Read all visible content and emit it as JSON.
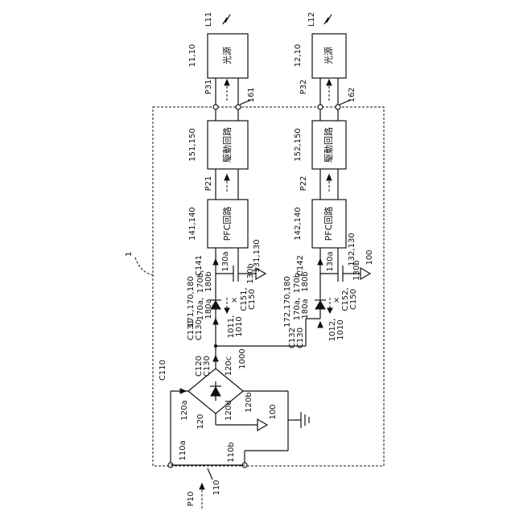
{
  "figure_label": "1",
  "blocks": {
    "source_1": {
      "ref": "11,10",
      "name": "光源"
    },
    "source_2": {
      "ref": "12,10",
      "name": "光源"
    },
    "drive_1": {
      "ref": "151,150",
      "name": "駆動回路"
    },
    "drive_2": {
      "ref": "152,150",
      "name": "駆動回路"
    },
    "pfc_1": {
      "ref": "141,140",
      "name": "PFC回路"
    },
    "pfc_2": {
      "ref": "142,140",
      "name": "PFC回路"
    }
  },
  "lights": {
    "l1": "L11",
    "l2": "L12"
  },
  "powers": {
    "p10": "P10",
    "p21": "P21",
    "p22": "P22",
    "p31": "P31",
    "p32": "P32"
  },
  "connectors": {
    "c161": "161",
    "c162": "162"
  },
  "ports": {
    "input": "110",
    "in_a": "110a",
    "in_b": "110b"
  },
  "bridge": {
    "ref": "120",
    "a": "120a",
    "b": "120b",
    "c": "120c",
    "d": "120d"
  },
  "currents": {
    "c110": "C110",
    "c120_1": "C120",
    "c120_2": "C130",
    "c131_1": "C131",
    "c131_2": "C130",
    "c132_1": "C132",
    "c132_2": "C130",
    "c141": "C141",
    "c142": "C142",
    "c151_1": "C151,",
    "c151_2": "C150",
    "c152_1": "C152,",
    "c152_2": "C150"
  },
  "nodes": {
    "n1000": "1000",
    "n1011_1": "1011,",
    "n1011_2": "1010",
    "n1012_1": "1012,",
    "n1012_2": "1010",
    "n130a_1": "130a",
    "n130a_2": "130a",
    "n130b_1": "130b",
    "n130b_2": "130b",
    "cap1": "131,130",
    "cap2": "132,130"
  },
  "diodes": {
    "d1_top": "171,170,180",
    "d1_a": "170a,",
    "d1_a2": "180a",
    "d1_b": "170b,",
    "d1_b2": "180b",
    "d2_top": "172,170,180",
    "d2_a": "170a,",
    "d2_a2": "180a",
    "d2_b": "170b,",
    "d2_b2": "180b"
  },
  "grounds": {
    "g1": "100",
    "g2": "100"
  }
}
